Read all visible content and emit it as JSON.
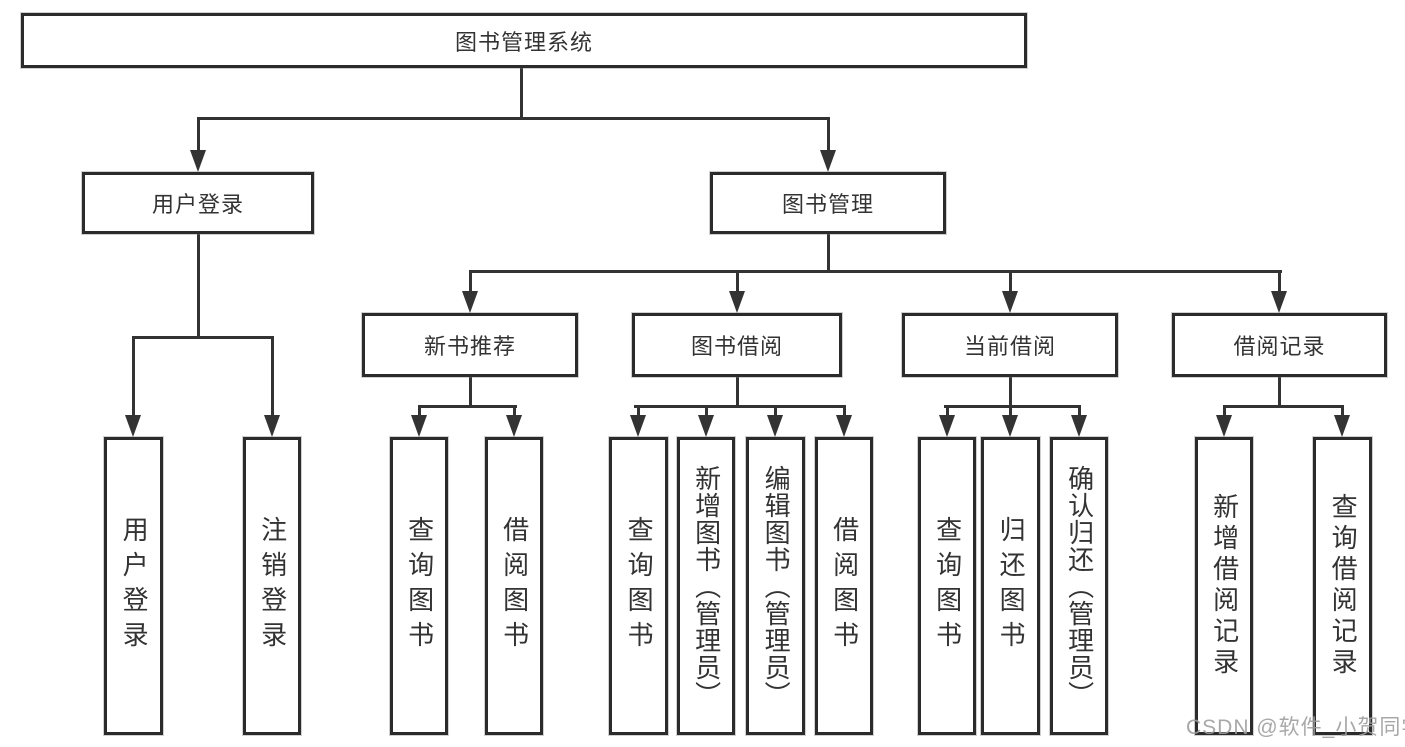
{
  "diagram": {
    "type": "hierarchy-tree",
    "title": "图书管理系统"
  },
  "root": {
    "label": "图书管理系统"
  },
  "level1": [
    {
      "label": "用户登录"
    },
    {
      "label": "图书管理"
    }
  ],
  "level2": [
    {
      "label": "新书推荐",
      "parent": "图书管理"
    },
    {
      "label": "图书借阅",
      "parent": "图书管理"
    },
    {
      "label": "当前借阅",
      "parent": "图书管理"
    },
    {
      "label": "借阅记录",
      "parent": "图书管理"
    }
  ],
  "leaves": [
    {
      "label": "用户登录",
      "parent": "用户登录"
    },
    {
      "label": "注销登录",
      "parent": "用户登录"
    },
    {
      "label": "查询图书",
      "parent": "新书推荐"
    },
    {
      "label": "借阅图书",
      "parent": "新书推荐"
    },
    {
      "label": "查询图书",
      "parent": "图书借阅"
    },
    {
      "label": "新增图书（管理员）",
      "parent": "图书借阅"
    },
    {
      "label": "编辑图书（管理员）",
      "parent": "图书借阅"
    },
    {
      "label": "借阅图书",
      "parent": "图书借阅"
    },
    {
      "label": "查询图书",
      "parent": "当前借阅"
    },
    {
      "label": "归还图书",
      "parent": "当前借阅"
    },
    {
      "label": "确认归还（管理员）",
      "parent": "当前借阅"
    },
    {
      "label": "新增借阅记录",
      "parent": "借阅记录"
    },
    {
      "label": "查询借阅记录",
      "parent": "借阅记录"
    }
  ],
  "watermark": {
    "text": "CSDN @软件_小贺同学"
  },
  "colors": {
    "background": "#ffffff",
    "line": "#333333",
    "box_border": "#2b2b2b",
    "text": "#333333",
    "watermark": "#9e9e9e"
  }
}
